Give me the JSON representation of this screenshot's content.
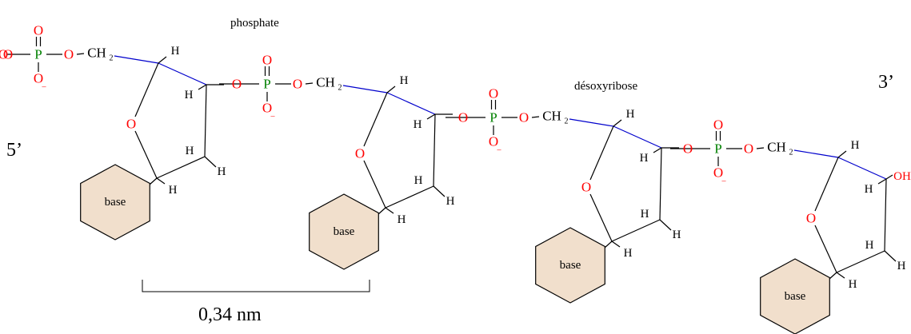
{
  "labels": {
    "phosphate": "phosphate",
    "sugar": "désoxyribose",
    "end5": "5’",
    "end3": "3’",
    "distance": "0,34 nm",
    "base": "base",
    "oxygen": "O",
    "phosphorus": "P",
    "hydrogen": "H",
    "ch": "CH",
    "ch_sub": "2",
    "minus": "–",
    "hydroxyl": "OH"
  },
  "colors": {
    "oxygen": "#ff0000",
    "phosphorus": "#008000",
    "bond": "#000000",
    "backbone": "#0000cc",
    "base_fill": "#f1dfcc",
    "base_stroke": "#000000"
  }
}
